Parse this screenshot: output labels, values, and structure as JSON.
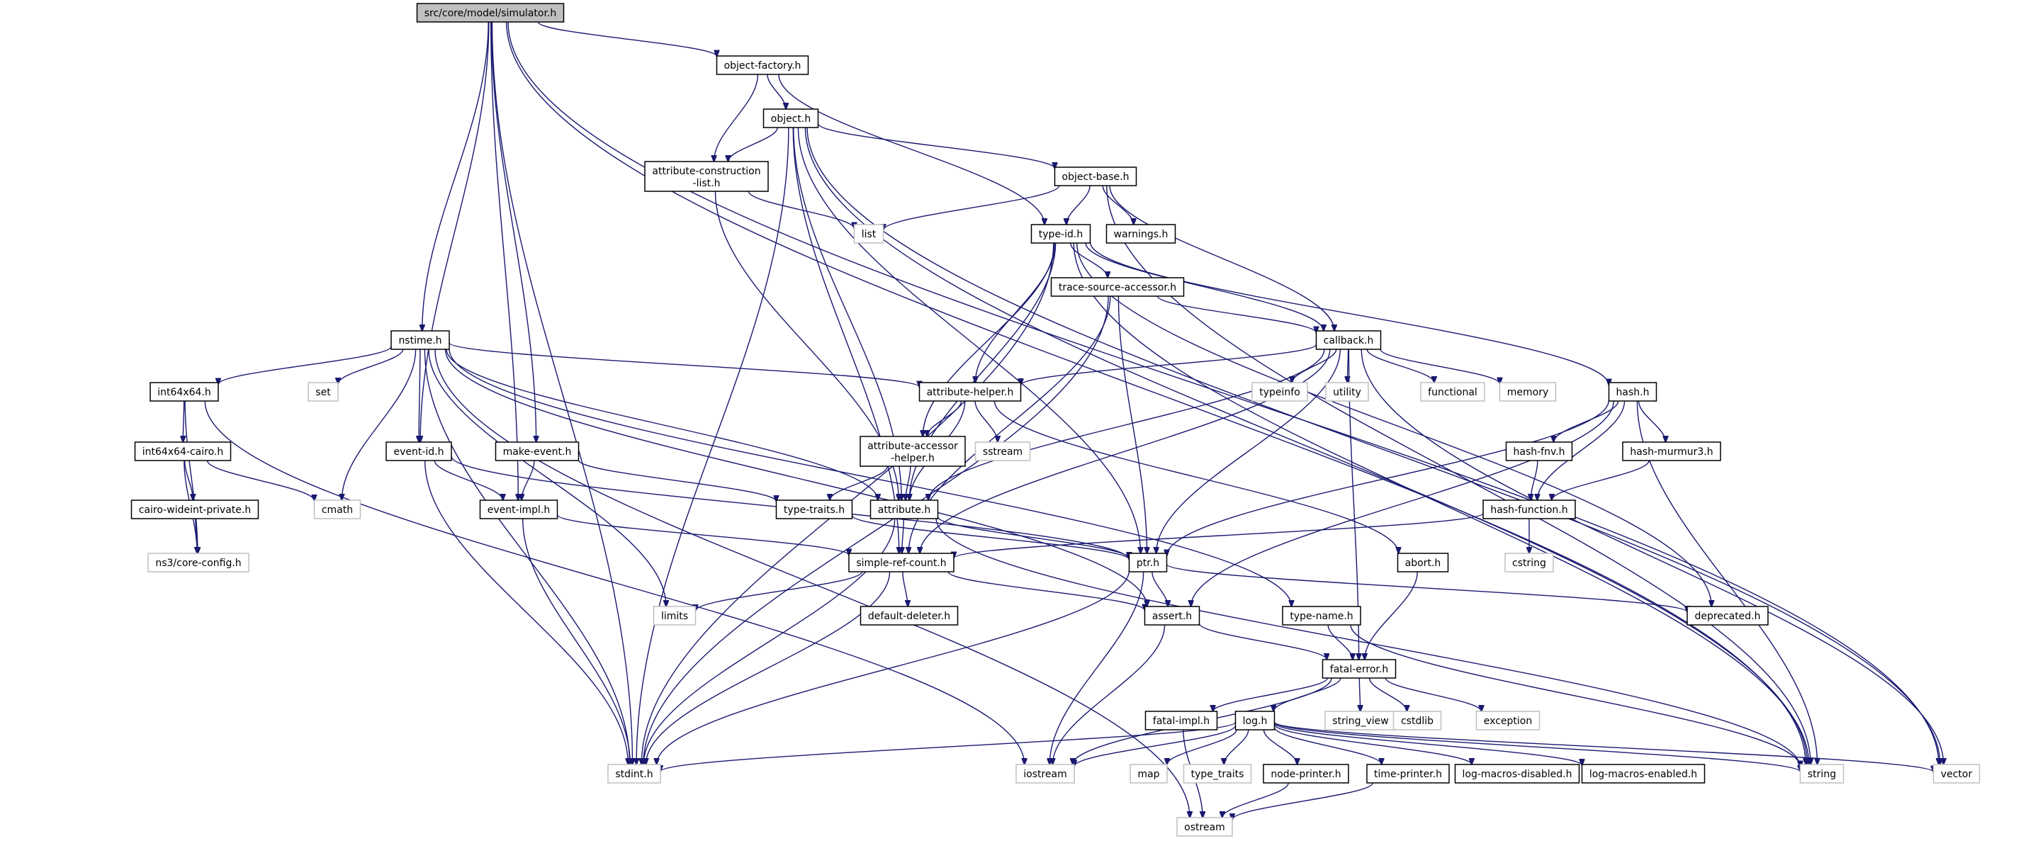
{
  "diagram": {
    "title": "src/core/model/simulator.h",
    "type": "include-dependency-graph",
    "colors": {
      "edge": "#191970",
      "root_fill": "#bfbfbf",
      "local_border": "#000000",
      "system_border": "#bfbfbf"
    },
    "nodes": [
      {
        "id": "simulator",
        "label": "src/core/model/simulator.h",
        "kind": "root"
      },
      {
        "id": "object-factory",
        "label": "object-factory.h",
        "kind": "local"
      },
      {
        "id": "object",
        "label": "object.h",
        "kind": "local"
      },
      {
        "id": "attribute-construction-list",
        "label": "attribute-construction\n-list.h",
        "kind": "local"
      },
      {
        "id": "object-base",
        "label": "object-base.h",
        "kind": "local"
      },
      {
        "id": "list",
        "label": "list",
        "kind": "system"
      },
      {
        "id": "type-id",
        "label": "type-id.h",
        "kind": "local"
      },
      {
        "id": "warnings",
        "label": "warnings.h",
        "kind": "local"
      },
      {
        "id": "trace-source-accessor",
        "label": "trace-source-accessor.h",
        "kind": "local"
      },
      {
        "id": "nstime",
        "label": "nstime.h",
        "kind": "local"
      },
      {
        "id": "callback",
        "label": "callback.h",
        "kind": "local"
      },
      {
        "id": "int64x64",
        "label": "int64x64.h",
        "kind": "local"
      },
      {
        "id": "set",
        "label": "set",
        "kind": "system"
      },
      {
        "id": "attribute-helper",
        "label": "attribute-helper.h",
        "kind": "local"
      },
      {
        "id": "typeinfo",
        "label": "typeinfo",
        "kind": "system"
      },
      {
        "id": "utility",
        "label": "utility",
        "kind": "system"
      },
      {
        "id": "functional",
        "label": "functional",
        "kind": "system"
      },
      {
        "id": "memory",
        "label": "memory",
        "kind": "system"
      },
      {
        "id": "hash",
        "label": "hash.h",
        "kind": "local"
      },
      {
        "id": "int64x64-cairo",
        "label": "int64x64-cairo.h",
        "kind": "local"
      },
      {
        "id": "event-id",
        "label": "event-id.h",
        "kind": "local"
      },
      {
        "id": "make-event",
        "label": "make-event.h",
        "kind": "local"
      },
      {
        "id": "attribute-accessor-helper",
        "label": "attribute-accessor\n-helper.h",
        "kind": "local"
      },
      {
        "id": "sstream",
        "label": "sstream",
        "kind": "system"
      },
      {
        "id": "hash-fnv",
        "label": "hash-fnv.h",
        "kind": "local"
      },
      {
        "id": "hash-murmur3",
        "label": "hash-murmur3.h",
        "kind": "local"
      },
      {
        "id": "cairo-wideint-private",
        "label": "cairo-wideint-private.h",
        "kind": "local"
      },
      {
        "id": "cmath",
        "label": "cmath",
        "kind": "system"
      },
      {
        "id": "event-impl",
        "label": "event-impl.h",
        "kind": "local"
      },
      {
        "id": "type-traits",
        "label": "type-traits.h",
        "kind": "local"
      },
      {
        "id": "attribute",
        "label": "attribute.h",
        "kind": "local"
      },
      {
        "id": "hash-function",
        "label": "hash-function.h",
        "kind": "local"
      },
      {
        "id": "core-config",
        "label": "ns3/core-config.h",
        "kind": "system"
      },
      {
        "id": "simple-ref-count",
        "label": "simple-ref-count.h",
        "kind": "local"
      },
      {
        "id": "ptr",
        "label": "ptr.h",
        "kind": "local"
      },
      {
        "id": "abort",
        "label": "abort.h",
        "kind": "local"
      },
      {
        "id": "cstring",
        "label": "cstring",
        "kind": "system"
      },
      {
        "id": "limits",
        "label": "limits",
        "kind": "system"
      },
      {
        "id": "default-deleter",
        "label": "default-deleter.h",
        "kind": "local"
      },
      {
        "id": "assert",
        "label": "assert.h",
        "kind": "local"
      },
      {
        "id": "type-name",
        "label": "type-name.h",
        "kind": "local"
      },
      {
        "id": "deprecated",
        "label": "deprecated.h",
        "kind": "local"
      },
      {
        "id": "fatal-error",
        "label": "fatal-error.h",
        "kind": "local"
      },
      {
        "id": "fatal-impl",
        "label": "fatal-impl.h",
        "kind": "local"
      },
      {
        "id": "log",
        "label": "log.h",
        "kind": "local"
      },
      {
        "id": "string_view",
        "label": "string_view",
        "kind": "system"
      },
      {
        "id": "cstdlib",
        "label": "cstdlib",
        "kind": "system"
      },
      {
        "id": "exception",
        "label": "exception",
        "kind": "system"
      },
      {
        "id": "stdint",
        "label": "stdint.h",
        "kind": "system"
      },
      {
        "id": "iostream",
        "label": "iostream",
        "kind": "system"
      },
      {
        "id": "map",
        "label": "map",
        "kind": "system"
      },
      {
        "id": "type_traits",
        "label": "type_traits",
        "kind": "system"
      },
      {
        "id": "node-printer",
        "label": "node-printer.h",
        "kind": "local"
      },
      {
        "id": "time-printer",
        "label": "time-printer.h",
        "kind": "local"
      },
      {
        "id": "log-macros-disabled",
        "label": "log-macros-disabled.h",
        "kind": "local"
      },
      {
        "id": "log-macros-enabled",
        "label": "log-macros-enabled.h",
        "kind": "local"
      },
      {
        "id": "string",
        "label": "string",
        "kind": "system"
      },
      {
        "id": "vector",
        "label": "vector",
        "kind": "system"
      },
      {
        "id": "ostream",
        "label": "ostream",
        "kind": "system"
      }
    ],
    "edges": [
      [
        "simulator",
        "object-factory"
      ],
      [
        "simulator",
        "nstime"
      ],
      [
        "simulator",
        "event-id"
      ],
      [
        "simulator",
        "make-event"
      ],
      [
        "simulator",
        "event-impl"
      ],
      [
        "simulator",
        "stdint"
      ],
      [
        "simulator",
        "string"
      ],
      [
        "simulator",
        "vector"
      ],
      [
        "object-factory",
        "object"
      ],
      [
        "object-factory",
        "attribute-construction-list"
      ],
      [
        "object-factory",
        "type-id"
      ],
      [
        "object",
        "attribute-construction-list"
      ],
      [
        "object",
        "object-base"
      ],
      [
        "object",
        "attribute"
      ],
      [
        "object",
        "ptr"
      ],
      [
        "object",
        "simple-ref-count"
      ],
      [
        "object",
        "stdint"
      ],
      [
        "object",
        "string"
      ],
      [
        "object",
        "vector"
      ],
      [
        "attribute-construction-list",
        "list"
      ],
      [
        "attribute-construction-list",
        "attribute"
      ],
      [
        "object-base",
        "type-id"
      ],
      [
        "object-base",
        "warnings"
      ],
      [
        "object-base",
        "callback"
      ],
      [
        "object-base",
        "list"
      ],
      [
        "object-base",
        "string"
      ],
      [
        "type-id",
        "trace-source-accessor"
      ],
      [
        "type-id",
        "attribute-helper"
      ],
      [
        "type-id",
        "attribute-accessor-helper"
      ],
      [
        "type-id",
        "callback"
      ],
      [
        "type-id",
        "hash"
      ],
      [
        "type-id",
        "attribute"
      ],
      [
        "type-id",
        "deprecated"
      ],
      [
        "type-id",
        "stdint"
      ],
      [
        "type-id",
        "string"
      ],
      [
        "trace-source-accessor",
        "callback"
      ],
      [
        "trace-source-accessor",
        "ptr"
      ],
      [
        "trace-source-accessor",
        "simple-ref-count"
      ],
      [
        "trace-source-accessor",
        "stdint"
      ],
      [
        "nstime",
        "int64x64"
      ],
      [
        "nstime",
        "set"
      ],
      [
        "nstime",
        "cmath"
      ],
      [
        "nstime",
        "event-id"
      ],
      [
        "nstime",
        "attribute"
      ],
      [
        "nstime",
        "attribute-helper"
      ],
      [
        "nstime",
        "limits"
      ],
      [
        "nstime",
        "assert"
      ],
      [
        "nstime",
        "type-name"
      ],
      [
        "nstime",
        "stdint"
      ],
      [
        "nstime",
        "ostream"
      ],
      [
        "callback",
        "attribute-helper"
      ],
      [
        "callback",
        "typeinfo"
      ],
      [
        "callback",
        "utility"
      ],
      [
        "callback",
        "functional"
      ],
      [
        "callback",
        "memory"
      ],
      [
        "callback",
        "attribute"
      ],
      [
        "callback",
        "ptr"
      ],
      [
        "callback",
        "simple-ref-count"
      ],
      [
        "callback",
        "fatal-error"
      ],
      [
        "callback",
        "vector"
      ],
      [
        "int64x64",
        "int64x64-cairo"
      ],
      [
        "int64x64",
        "core-config"
      ],
      [
        "int64x64",
        "iostream"
      ],
      [
        "int64x64-cairo",
        "cairo-wideint-private"
      ],
      [
        "int64x64-cairo",
        "cmath"
      ],
      [
        "int64x64-cairo",
        "core-config"
      ],
      [
        "cairo-wideint-private",
        "core-config"
      ],
      [
        "attribute-helper",
        "attribute-accessor-helper"
      ],
      [
        "attribute-helper",
        "attribute"
      ],
      [
        "attribute-helper",
        "sstream"
      ],
      [
        "attribute-helper",
        "abort"
      ],
      [
        "attribute-accessor-helper",
        "attribute"
      ],
      [
        "attribute-accessor-helper",
        "type-traits"
      ],
      [
        "event-id",
        "event-impl"
      ],
      [
        "event-id",
        "ptr"
      ],
      [
        "event-id",
        "stdint"
      ],
      [
        "make-event",
        "event-impl"
      ],
      [
        "make-event",
        "type-traits"
      ],
      [
        "event-impl",
        "simple-ref-count"
      ],
      [
        "event-impl",
        "stdint"
      ],
      [
        "type-traits",
        "ptr"
      ],
      [
        "attribute",
        "simple-ref-count"
      ],
      [
        "attribute",
        "ptr"
      ],
      [
        "attribute",
        "stdint"
      ],
      [
        "attribute",
        "string"
      ],
      [
        "hash",
        "hash-fnv"
      ],
      [
        "hash",
        "hash-murmur3"
      ],
      [
        "hash",
        "hash-function"
      ],
      [
        "hash",
        "ptr"
      ],
      [
        "hash",
        "assert"
      ],
      [
        "hash",
        "string"
      ],
      [
        "hash-fnv",
        "hash-function"
      ],
      [
        "hash-murmur3",
        "hash-function"
      ],
      [
        "hash-function",
        "simple-ref-count"
      ],
      [
        "hash-function",
        "cstring"
      ],
      [
        "simple-ref-count",
        "default-deleter"
      ],
      [
        "simple-ref-count",
        "assert"
      ],
      [
        "simple-ref-count",
        "limits"
      ],
      [
        "simple-ref-count",
        "stdint"
      ],
      [
        "ptr",
        "assert"
      ],
      [
        "ptr",
        "deprecated"
      ],
      [
        "ptr",
        "iostream"
      ],
      [
        "ptr",
        "stdint"
      ],
      [
        "abort",
        "fatal-error"
      ],
      [
        "assert",
        "fatal-error"
      ],
      [
        "assert",
        "iostream"
      ],
      [
        "type-name",
        "fatal-error"
      ],
      [
        "type-name",
        "string"
      ],
      [
        "fatal-error",
        "fatal-impl"
      ],
      [
        "fatal-error",
        "log"
      ],
      [
        "fatal-error",
        "string_view"
      ],
      [
        "fatal-error",
        "cstdlib"
      ],
      [
        "fatal-error",
        "exception"
      ],
      [
        "fatal-error",
        "iostream"
      ],
      [
        "fatal-impl",
        "ostream"
      ],
      [
        "log",
        "stdint"
      ],
      [
        "log",
        "iostream"
      ],
      [
        "log",
        "map"
      ],
      [
        "log",
        "type_traits"
      ],
      [
        "log",
        "node-printer"
      ],
      [
        "log",
        "time-printer"
      ],
      [
        "log",
        "log-macros-disabled"
      ],
      [
        "log",
        "log-macros-enabled"
      ],
      [
        "log",
        "string"
      ],
      [
        "log",
        "vector"
      ],
      [
        "node-printer",
        "ostream"
      ],
      [
        "time-printer",
        "ostream"
      ]
    ]
  }
}
